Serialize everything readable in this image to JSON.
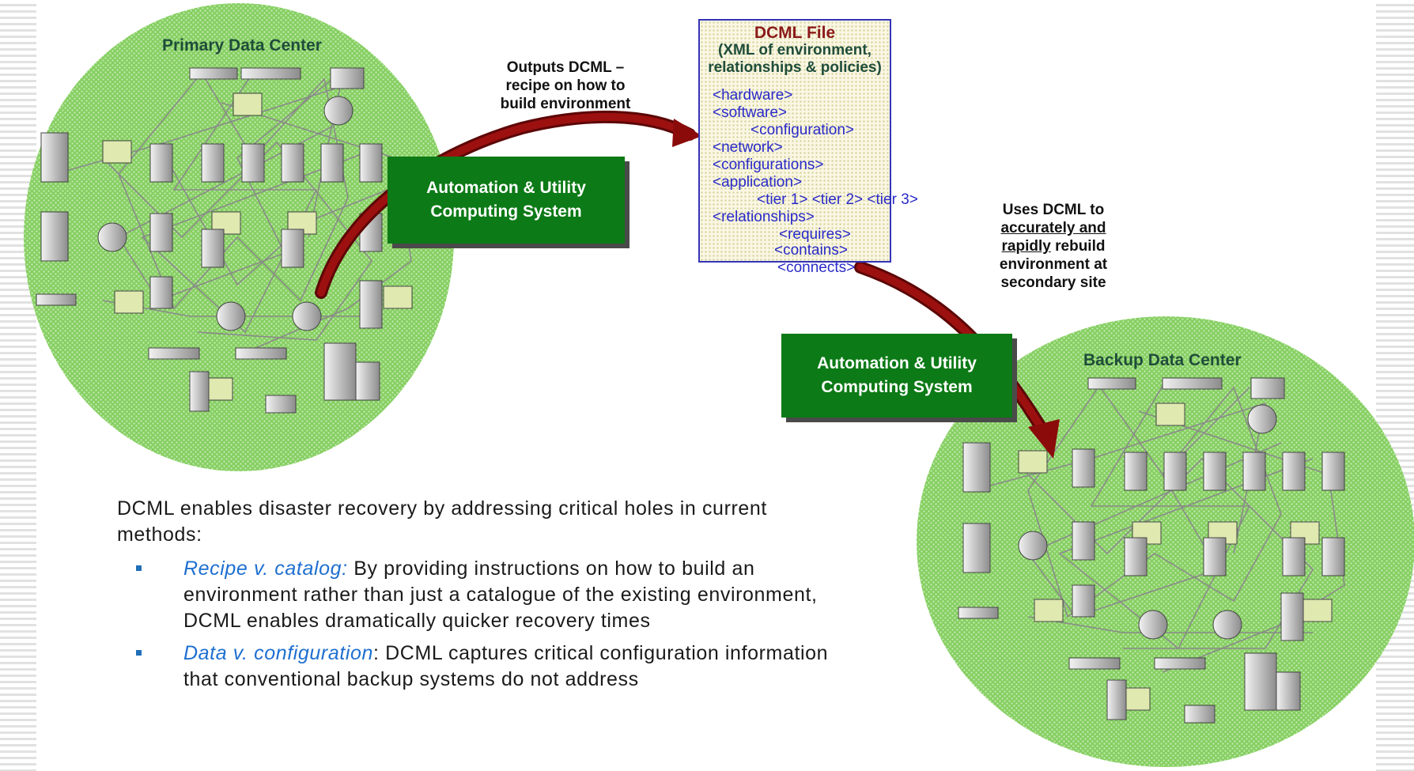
{
  "primary_center": {
    "label": "Primary Data Center"
  },
  "backup_center": {
    "label": "Backup Data Center"
  },
  "automation_box_primary": {
    "line1": "Automation & Utility",
    "line2": "Computing System"
  },
  "automation_box_backup": {
    "line1": "Automation & Utility",
    "line2": "Computing System"
  },
  "outputs_callout": {
    "line1": "Outputs DCML –",
    "line2": "recipe on how to",
    "line3": "build environment"
  },
  "uses_callout": {
    "line1": "Uses DCML to",
    "line2": "accurately and",
    "line3a": "rapidly",
    "line3b": " rebuild",
    "line4": "environment at",
    "line5": "secondary site"
  },
  "dcml_file": {
    "title": "DCML File",
    "subtitle_line1": "(XML of environment,",
    "subtitle_line2": "relationships & policies)",
    "tags": {
      "hardware": "<hardware>",
      "software": "<software>",
      "configuration": "<configuration>",
      "network": "<network>",
      "configurations": "<configurations>",
      "application": "<application>",
      "tiers": "<tier 1> <tier 2> <tier 3>",
      "relationships": "<relationships>",
      "requires": "<requires>",
      "contains": "<contains>",
      "connects": "<connects>"
    }
  },
  "body": {
    "intro": "DCML enables disaster recovery by addressing critical holes in current methods:",
    "bullets": [
      {
        "term": "Recipe v. catalog:",
        "text": "  By providing instructions on how to build an environment rather than just a catalogue of the existing environment, DCML enables dramatically quicker recovery times"
      },
      {
        "term": "Data v. configuration",
        "text": ":  DCML captures critical configuration information that conventional backup systems do not address"
      }
    ]
  },
  "colors": {
    "circle_green": "#8fd16b",
    "automation_box": "#0c7a16",
    "arrow": "#8b0b0b",
    "dcml_title": "#8b1a1a",
    "xml_tags": "#2a2ac8",
    "bullet_term": "#1e6fd0"
  }
}
